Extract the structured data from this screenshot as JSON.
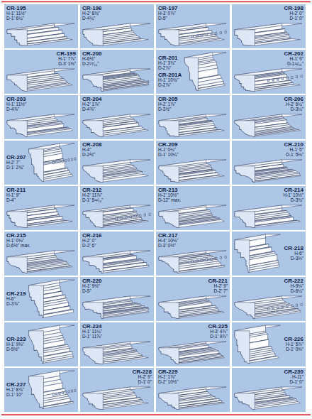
{
  "diagram": {
    "nodes": [
      {
        "text": [
          "CR-195",
          "H-1' 11½\"",
          "D-1' 6¼\""
        ]
      },
      {
        "text": [
          "CR-196",
          "H-2' 8¾\"",
          "D-4¼\""
        ]
      },
      {
        "text": [
          "CR-197",
          "H-3' 0⅞\"",
          "D-5\""
        ]
      },
      {
        "text": [
          "CR-198",
          "H-2' 0\"",
          "D-1' 0\""
        ]
      },
      {
        "text": [
          "CR-199",
          "H-1' 7⅞\"",
          "D-3' 1⅜\""
        ]
      },
      {
        "text": [
          "CR-200",
          "H-6½\"",
          "D-2¹⁵⁄₁₆\""
        ]
      },
      {
        "text": [
          "CR-201",
          "H-1' 3¾\"",
          "D-2⅞\"",
          "CR-201A",
          "H-1' 10¾\"",
          "D-2⅞\""
        ]
      },
      {
        "text": [
          "CR-202",
          "H-1' 9\"",
          "D-1¹¹⁄₁₆\""
        ]
      },
      {
        "text": [
          "CR-203",
          "H-1' 11½\"",
          "D-4⅞\""
        ]
      },
      {
        "text": [
          "CR-204",
          "H-2' 1⅞\"",
          "D-4⅞\""
        ]
      },
      {
        "text": [
          "CR-205",
          "H-2' 1⅞\"",
          "D-3½\""
        ]
      },
      {
        "text": [
          "CR-206",
          "H-2' 6¼\"",
          "D-3¼\""
        ]
      },
      {
        "text": [
          "CR-207",
          "H-2' 7\"",
          "D-1' 2¾\""
        ]
      },
      {
        "text": [
          "CR-208",
          "H-4\"",
          "D-2½\""
        ]
      },
      {
        "text": [
          "CR-209",
          "H-1' 0¼\"",
          "D-1' 10¼\""
        ]
      },
      {
        "text": [
          "CR-210",
          "H-1' 5\"",
          "D-1' 5⅛\""
        ]
      },
      {
        "text": [
          "CR-211",
          "H-1' 9\"",
          "D-4\""
        ]
      },
      {
        "text": [
          "CR-212",
          "H-2' 11⅞\"",
          "D-1' 5¹¹⁄₁₆\""
        ]
      },
      {
        "text": [
          "CR-213",
          "H-1' 10½\"",
          "D-12\" max."
        ]
      },
      {
        "text": [
          "CR-214",
          "H-1' 10½\"",
          "D-3¾\""
        ]
      },
      {
        "text": [
          "CR-215",
          "H-1' 0⅛\"",
          "D-6½\" max."
        ]
      },
      {
        "text": [
          "CR-216",
          "H-2' 0\"",
          "D-2' 6\""
        ]
      },
      {
        "text": [
          "CR-217",
          "H-4' 10⅛\"",
          "D-3' 0½\""
        ]
      },
      {
        "text": [
          "CR-218",
          "H-6\"",
          "D-3⅛\""
        ]
      },
      {
        "text": [
          "CR-219",
          "H-6\"",
          "D-3⅞\""
        ]
      },
      {
        "text": [
          "CR-220",
          "H-1' 9½\"",
          "D-5\""
        ]
      },
      {
        "text": [
          "CR-221",
          "H-2' 9\"",
          "D-2' 7\""
        ]
      },
      {
        "text": [
          "CR-222",
          "H-9⅛\"",
          "D-6¼\""
        ]
      },
      {
        "text": [
          "CR-223",
          "H-1' 9⅛\"",
          "D-5½\""
        ]
      },
      {
        "text": [
          "CR-224",
          "H-1' 11¼\"",
          "D-1' 11⅞\""
        ]
      },
      {
        "text": [
          "CR-225",
          "H-3' 4⅞\"",
          "D-1' 9⅞\""
        ]
      },
      {
        "text": [
          "CR-226",
          "H-1' 5⅞\"",
          "D-1' 0⅜\""
        ]
      },
      {
        "text": [
          "CR-227",
          "H-1' 8⅞\"",
          "D-1' 10\""
        ]
      },
      {
        "text": [
          "CR-228",
          "H-2' 9\"",
          "D-1' 0\""
        ]
      },
      {
        "text": [
          "CR-229",
          "H-1' 1⅞\"",
          "D-2' 10½\""
        ]
      },
      {
        "text": [
          "CR-230",
          "H-11\"",
          "D-1' 0\""
        ]
      }
    ]
  }
}
